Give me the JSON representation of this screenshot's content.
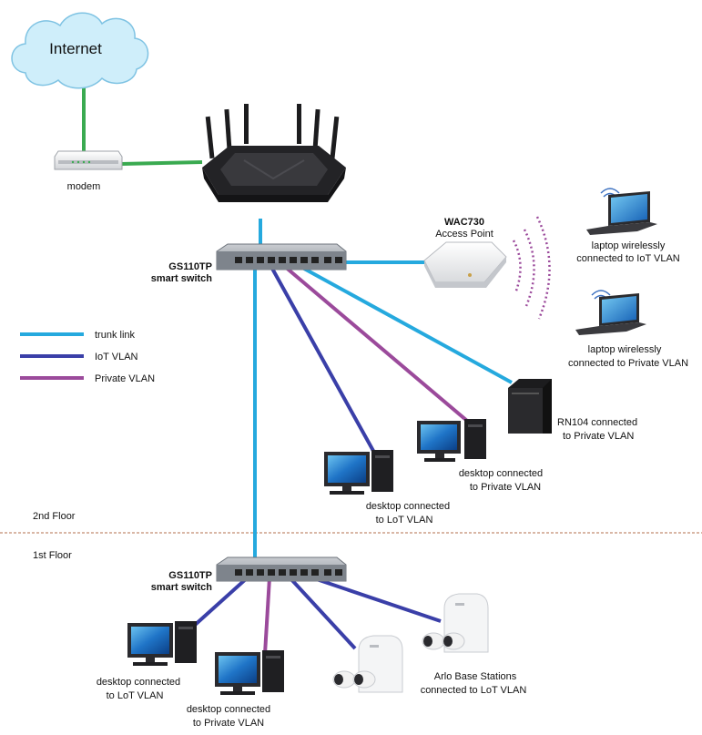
{
  "colors": {
    "trunk": "#25a9de",
    "iot": "#3a3fa8",
    "private": "#9b4a9b",
    "wan": "#3aaa50",
    "cloud_fill": "#cfeefa",
    "cloud_stroke": "#7fc3e3",
    "floor_line": "#d9b7a6"
  },
  "internet": {
    "label": "Internet"
  },
  "modem": {
    "label": "modem"
  },
  "access_point": {
    "name": "WAC730",
    "label": "Access Point"
  },
  "switch_top": {
    "line1": "GS110TP",
    "line2": "smart switch"
  },
  "switch_bottom": {
    "line1": "GS110TP",
    "line2": "smart switch"
  },
  "legend": [
    {
      "label": "trunk link",
      "color_key": "trunk"
    },
    {
      "label": "IoT VLAN",
      "color_key": "iot"
    },
    {
      "label": "Private VLAN",
      "color_key": "private"
    }
  ],
  "floors": {
    "upper": "2nd Floor",
    "lower": "1st Floor"
  },
  "devices": {
    "laptop_iot": {
      "line1": "laptop wirelessly",
      "line2": "connected to IoT VLAN"
    },
    "laptop_private": {
      "line1": "laptop wirelessly",
      "line2": "connected to Private VLAN"
    },
    "rn104": {
      "line1": "RN104 connected",
      "line2": "to Private VLAN"
    },
    "desktop_private_top": {
      "line1": "desktop connected",
      "line2": "to Private VLAN"
    },
    "desktop_iot_top": {
      "line1": "desktop connected",
      "line2": "to LoT VLAN"
    },
    "desktop_iot_bottom": {
      "line1": "desktop connected",
      "line2": "to LoT VLAN"
    },
    "desktop_private_bottom": {
      "line1": "desktop connected",
      "line2": "to Private VLAN"
    },
    "arlo": {
      "line1": "Arlo Base Stations",
      "line2": "connected to LoT VLAN"
    }
  }
}
